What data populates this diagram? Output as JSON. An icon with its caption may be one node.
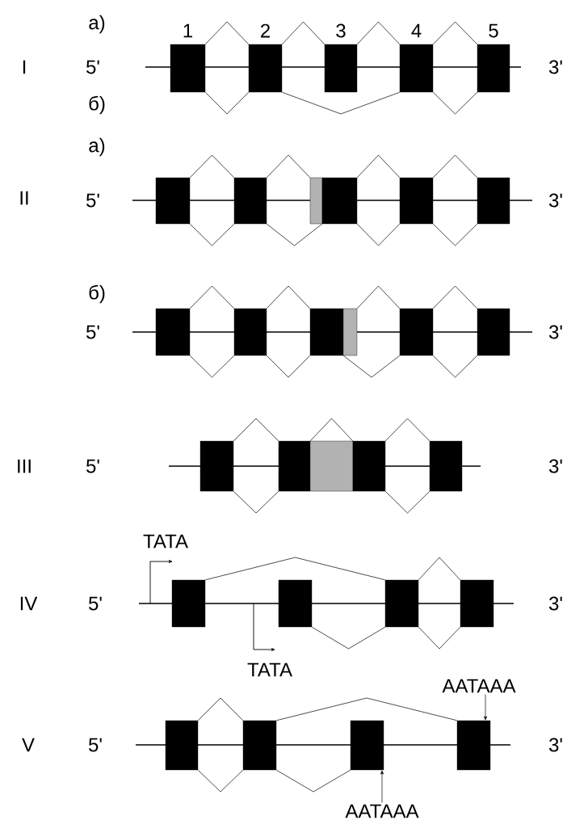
{
  "diagram": {
    "nodes": [
      {
        "text": [
          "1"
        ]
      },
      {
        "text": [
          "2"
        ]
      },
      {
        "text": [
          "3"
        ]
      },
      {
        "text": [
          "4"
        ]
      },
      {
        "text": [
          "5"
        ]
      },
      {
        "text": [],
        "shape": "box"
      },
      {
        "text": [],
        "shape": "box"
      },
      {
        "text": [],
        "shape": "box"
      },
      {
        "text": [],
        "shape": "box"
      },
      {
        "text": [],
        "shape": "box"
      },
      {
        "text": [],
        "shape": "box"
      },
      {
        "text": [],
        "shape": "box"
      },
      {
        "text": [],
        "shape": "box"
      },
      {
        "text": [],
        "shape": "box"
      },
      {
        "text": [],
        "shape": "box"
      },
      {
        "text": [],
        "shape": "box"
      },
      {
        "text": [],
        "shape": "box"
      },
      {
        "text": [],
        "shape": "box"
      },
      {
        "text": [],
        "shape": "box"
      },
      {
        "text": [],
        "shape": "box"
      },
      {
        "text": [],
        "shape": "box"
      },
      {
        "text": [],
        "shape": "box"
      },
      {
        "text": [],
        "shape": "box"
      },
      {
        "text": [],
        "shape": "box"
      },
      {
        "text": [],
        "shape": "box"
      },
      {
        "text": [],
        "shape": "box"
      },
      {
        "text": [],
        "shape": "box"
      },
      {
        "text": [],
        "shape": "box"
      },
      {
        "text": [],
        "shape": "box"
      },
      {
        "text": [],
        "shape": "box"
      },
      {
        "text": [
          "AATAAA"
        ]
      },
      {
        "text": [
          "AATAAA"
        ]
      }
    ],
    "edges": [
      {
        "from": 0,
        "to": 1,
        "arrow": "none"
      },
      {
        "from": 1,
        "to": 2,
        "arrow": "none"
      },
      {
        "from": 2,
        "to": 3,
        "arrow": "none"
      },
      {
        "from": 3,
        "to": 4,
        "arrow": "none"
      },
      {
        "from": 0,
        "to": 1,
        "arrow": "none"
      },
      {
        "from": 1,
        "to": 3,
        "arrow": "none"
      },
      {
        "from": 3,
        "to": 4,
        "arrow": "none"
      },
      {
        "from": 5,
        "to": 6,
        "arrow": "none"
      },
      {
        "from": 6,
        "to": 7,
        "arrow": "none"
      },
      {
        "from": 8,
        "to": 9,
        "arrow": "none"
      },
      {
        "from": 9,
        "to": 10,
        "arrow": "none"
      },
      {
        "from": 5,
        "to": 6,
        "arrow": "none"
      },
      {
        "from": 6,
        "to": 8,
        "arrow": "none"
      },
      {
        "from": 8,
        "to": 9,
        "arrow": "none"
      },
      {
        "from": 9,
        "to": 10,
        "arrow": "none"
      },
      {
        "from": 11,
        "to": 12,
        "arrow": "none"
      },
      {
        "from": 12,
        "to": 13,
        "arrow": "none"
      },
      {
        "from": 14,
        "to": 15,
        "arrow": "none"
      },
      {
        "from": 15,
        "to": 16,
        "arrow": "none"
      },
      {
        "from": 11,
        "to": 12,
        "arrow": "none"
      },
      {
        "from": 12,
        "to": 13,
        "arrow": "none"
      },
      {
        "from": 13,
        "to": 15,
        "arrow": "none"
      },
      {
        "from": 15,
        "to": 16,
        "arrow": "none"
      },
      {
        "from": 17,
        "to": 18,
        "arrow": "none"
      },
      {
        "from": 18,
        "to": 20,
        "arrow": "none"
      },
      {
        "from": 20,
        "to": 21,
        "arrow": "none"
      },
      {
        "from": 17,
        "to": 18,
        "arrow": "none"
      },
      {
        "from": 20,
        "to": 21,
        "arrow": "none"
      },
      {
        "from": 22,
        "to": 24,
        "arrow": "none"
      },
      {
        "from": 24,
        "to": 25,
        "arrow": "none"
      },
      {
        "from": 23,
        "to": 24,
        "arrow": "none"
      },
      {
        "from": 24,
        "to": 25,
        "arrow": "none"
      },
      {
        "from": 26,
        "to": 27,
        "arrow": "none"
      },
      {
        "from": 27,
        "to": 29,
        "arrow": "none"
      },
      {
        "from": 26,
        "to": 27,
        "arrow": "none"
      },
      {
        "from": 27,
        "to": 28,
        "arrow": "none"
      },
      {
        "from": 30,
        "to": 29,
        "arrow": "to"
      },
      {
        "from": 31,
        "to": 28,
        "arrow": "to"
      }
    ],
    "labels": [
      "а)",
      "I",
      "5'",
      "3'",
      "б)",
      "а)",
      "II",
      "5'",
      "3'",
      "б)",
      "5'",
      "3'",
      "III",
      "5'",
      "3'",
      "TATA",
      "IV",
      "5'",
      "3'",
      "TATA",
      "V",
      "5'",
      "3'"
    ]
  }
}
